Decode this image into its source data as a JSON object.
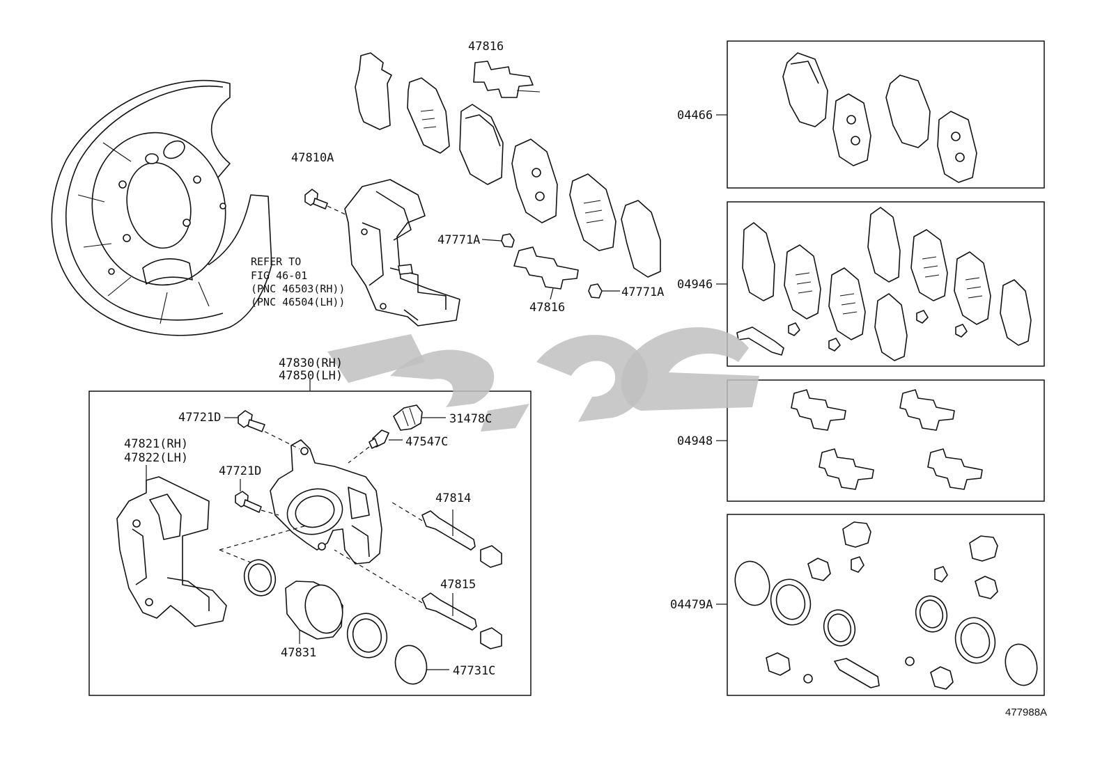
{
  "labels": {
    "p47816_top": "47816",
    "p47810A": "47810A",
    "p47771A_left": "47771A",
    "p47771A_right": "47771A",
    "p47816_mid": "47816",
    "refer_line1": "REFER TO",
    "refer_line2": "FIG 46-01",
    "refer_line3": "(PNC 46503(RH))",
    "refer_line4": "(PNC 46504(LH))",
    "p47830": "47830(RH)",
    "p47850": "47850(LH)",
    "p47721D_top": "47721D",
    "p31478C": "31478C",
    "p47547C": "47547C",
    "p47821": "47821(RH)",
    "p47822": "47822(LH)",
    "p47721D_mid": "47721D",
    "p47814": "47814",
    "p47815": "47815",
    "p47831": "47831",
    "p47731C": "47731C",
    "kit_04466": "04466",
    "kit_04946": "04946",
    "kit_04948": "04948",
    "kit_04479A": "04479A",
    "diagram_id": "477988A"
  },
  "colors": {
    "line": "#111111",
    "watermark": "#bfbfbf",
    "background": "#ffffff"
  }
}
